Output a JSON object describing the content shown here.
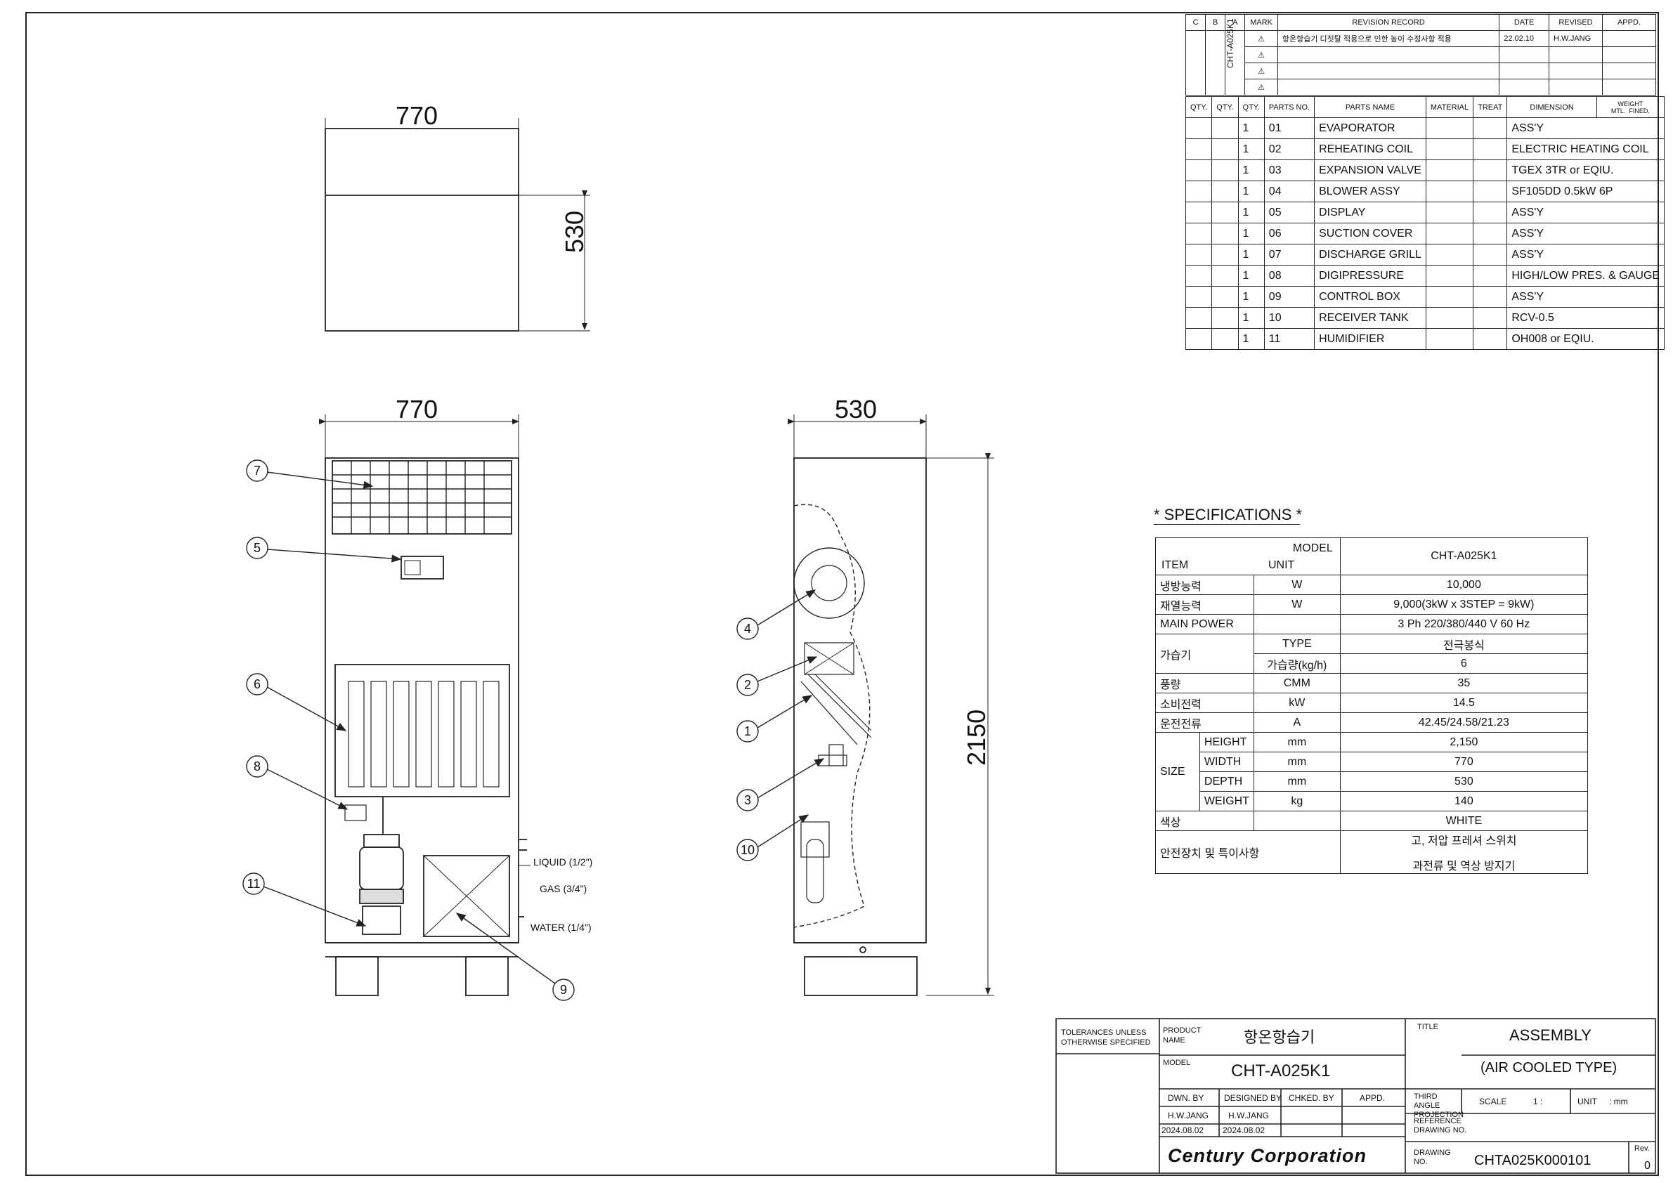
{
  "revision": {
    "headers": [
      "C",
      "B",
      "A",
      "MARK",
      "REVISION  RECORD",
      "DATE",
      "REVISED",
      "APPD."
    ],
    "vertical_code": "CHT-A025K1",
    "rows": [
      {
        "mark": "⚠",
        "text": "항온항습기 디짓탈 적용으로 인한 높이 수정사항 적용",
        "date": "22.02.10",
        "revised": "H.W.JANG"
      },
      {
        "mark": "⚠",
        "text": "",
        "date": "",
        "revised": ""
      },
      {
        "mark": "⚠",
        "text": "",
        "date": "",
        "revised": ""
      },
      {
        "mark": "⚠",
        "text": "",
        "date": "",
        "revised": ""
      }
    ]
  },
  "parts": {
    "headers": {
      "qty": "QTY.",
      "parts_no": "PARTS NO.",
      "name": "PARTS  NAME",
      "material": "MATERIAL",
      "treat": "TREAT",
      "dimension": "DIMENSION",
      "weight": "WEIGHT",
      "mtl": "MTL.",
      "fined": "FINED."
    },
    "rows": [
      {
        "qty": "1",
        "no": "01",
        "name": "EVAPORATOR",
        "dim": "ASS'Y"
      },
      {
        "qty": "1",
        "no": "02",
        "name": "REHEATING COIL",
        "dim": "ELECTRIC HEATING COIL"
      },
      {
        "qty": "1",
        "no": "03",
        "name": "EXPANSION VALVE",
        "dim": "TGEX 3TR or EQIU."
      },
      {
        "qty": "1",
        "no": "04",
        "name": "BLOWER ASSY",
        "dim": "SF105DD 0.5kW 6P"
      },
      {
        "qty": "1",
        "no": "05",
        "name": "DISPLAY",
        "dim": "ASS'Y"
      },
      {
        "qty": "1",
        "no": "06",
        "name": "SUCTION COVER",
        "dim": "ASS'Y"
      },
      {
        "qty": "1",
        "no": "07",
        "name": "DISCHARGE GRILL",
        "dim": "ASS'Y"
      },
      {
        "qty": "1",
        "no": "08",
        "name": "DIGIPRESSURE",
        "dim": "HIGH/LOW PRES. & GAUGE"
      },
      {
        "qty": "1",
        "no": "09",
        "name": "CONTROL BOX",
        "dim": "ASS'Y"
      },
      {
        "qty": "1",
        "no": "10",
        "name": "RECEIVER TANK",
        "dim": "RCV-0.5"
      },
      {
        "qty": "1",
        "no": "11",
        "name": "HUMIDIFIER",
        "dim": "OH008 or EQIU."
      }
    ]
  },
  "specs": {
    "title": "* SPECIFICATIONS *",
    "h_model": "MODEL",
    "h_item": "ITEM",
    "h_unit": "UNIT",
    "model": "CHT-A025K1",
    "rows": [
      {
        "item": "냉방능력",
        "unit": "W",
        "value": "10,000"
      },
      {
        "item": "재열능력",
        "unit": "W",
        "value": "9,000(3kW x 3STEP = 9kW)"
      },
      {
        "item": "MAIN POWER",
        "unit": "",
        "value": "3 Ph  220/380/440 V  60 Hz"
      },
      {
        "item": "가습기",
        "unit": "TYPE",
        "value": "전극봉식"
      },
      {
        "item": "",
        "unit": "가습량(kg/h)",
        "value": "6"
      },
      {
        "item": "풍량",
        "unit": "CMM",
        "value": "35"
      },
      {
        "item": "소비전력",
        "unit": "kW",
        "value": "14.5"
      },
      {
        "item": "운전전류",
        "unit": "A",
        "value": "42.45/24.58/21.23"
      },
      {
        "item": "SIZE",
        "sub": "HEIGHT",
        "unit": "mm",
        "value": "2,150"
      },
      {
        "item": "",
        "sub": "WIDTH",
        "unit": "mm",
        "value": "770"
      },
      {
        "item": "",
        "sub": "DEPTH",
        "unit": "mm",
        "value": "530"
      },
      {
        "item": "",
        "sub": "WEIGHT",
        "unit": "kg",
        "value": "140"
      },
      {
        "item": "색상",
        "unit": "",
        "value": "WHITE"
      },
      {
        "item": "안전장치 및 특이사항",
        "unit": "",
        "value": "고, 저압 프레셔 스위치",
        "value2": "과전류 및 역상 방지기"
      }
    ]
  },
  "dimensions": {
    "top_width": "770",
    "top_depth": "530",
    "front_width": "770",
    "side_depth": "530",
    "height": "2150"
  },
  "callouts": [
    "7",
    "5",
    "6",
    "8",
    "11",
    "9",
    "4",
    "2",
    "1",
    "3",
    "10"
  ],
  "connections": {
    "liquid": "LIQUID (1/2\")",
    "gas": "GAS (3/4\")",
    "water": "WATER (1/4\")"
  },
  "title_block": {
    "tolerances": "TOLERANCES UNLESS OTHERWISE SPECIFIED",
    "product_name_label": "PRODUCT NAME",
    "product_name": "항온항습기",
    "title_label": "TITLE",
    "title": "ASSEMBLY",
    "subtitle": "(AIR COOLED TYPE)",
    "model_label": "MODEL",
    "model": "CHT-A025K1",
    "dwn_by_label": "DWN. BY",
    "designed_by_label": "DESIGNED BY",
    "chked_by_label": "CHKED. BY",
    "appd_label": "APPD.",
    "dwn_by": "H.W.JANG",
    "designed_by": "H.W.JANG",
    "dwn_date": "2024.08.02",
    "designed_date": "2024.08.02",
    "projection": "THIRD ANGLE PROJECTION",
    "scale_label": "SCALE",
    "scale": "1 :",
    "unit_label": "UNIT",
    "unit": ":  mm",
    "reference_label": "REFERENCE DRAWING NO.",
    "company": "Century Corporation",
    "drawing_no_label": "DRAWING NO.",
    "drawing_no": "CHTA025K000101",
    "rev_label": "Rev.",
    "rev": "0"
  }
}
